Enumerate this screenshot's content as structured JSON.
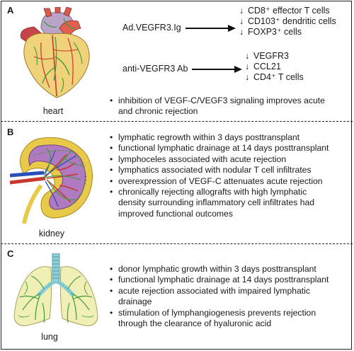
{
  "panels": [
    {
      "letter": "A",
      "organ": "heart",
      "therapy1": "Ad.VEGFR3.Ig",
      "effects1": [
        "CD8⁺ effector T cells",
        "CD103⁺ dendritic cells",
        "FOXP3⁺ cells"
      ],
      "therapy2": "anti-VEGFR3 Ab",
      "effects2": [
        "VEGFR3",
        "CCL21",
        "CD4⁺ T cells"
      ],
      "bullets": [
        "inhibition of VEGF-C/VEGF3 signaling improves acute",
        "and chronic rejection"
      ]
    },
    {
      "letter": "B",
      "organ": "kidney",
      "bullets": [
        "lymphatic regrowth within 3 days posttransplant",
        "functional lymphatic drainage at 14 days posttransplant",
        "lymphoceles associated with acute rejection",
        "lymphatics associated with nodular T cell infiltrates",
        "overexpression of VEGF-C attenuates acute rejection",
        "chronically rejecting allografts with high lymphatic",
        "density surrounding inflammatory cell infiltrates had",
        "improved functional outcomes"
      ]
    },
    {
      "letter": "C",
      "organ": "lung",
      "bullets": [
        "donor lymphatic growth within 3 days posttransplant",
        "functional lymphatic drainage at 14 days posttransplant",
        "acute rejection associated with impaired lymphatic",
        "drainage",
        "stimulation of lymphangiogenesis prevents rejection",
        "through the clearance of hyaluronic acid"
      ]
    }
  ],
  "down_arrow_symbol": "↓",
  "colors": {
    "lymphatic_green": "#3f9a3a",
    "heart_yellow": "#efd27a",
    "vessel_red": "#c8372f",
    "kidney_outer": "#e8c94a",
    "kidney_medulla": "#b07ac0",
    "lung_fill": "#f0efb5",
    "trachea": "#8fd0d6"
  }
}
